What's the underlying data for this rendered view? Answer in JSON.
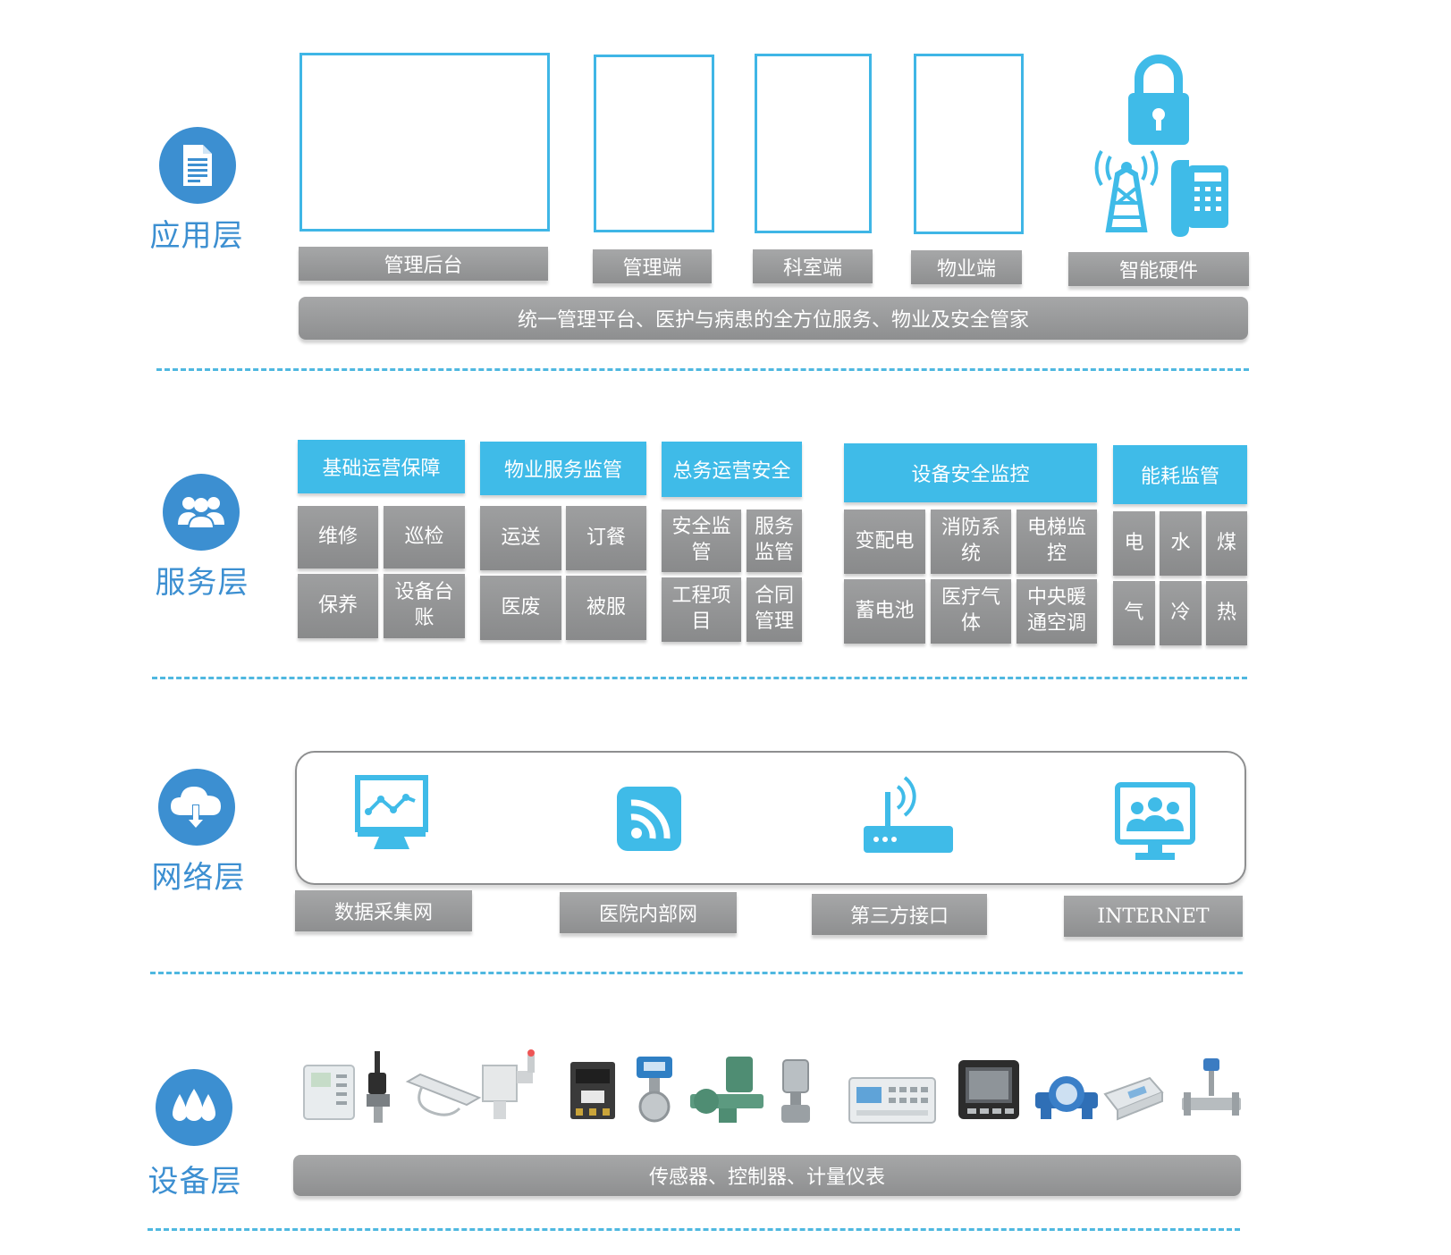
{
  "colors": {
    "accent": "#3c8fd1",
    "cyan": "#3fbbe8",
    "frame": "#3fb6e6",
    "grey": "#999a9b"
  },
  "layers": {
    "application": {
      "label": "应用层",
      "icon": "document-icon"
    },
    "service": {
      "label": "服务层",
      "icon": "users-icon"
    },
    "network": {
      "label": "网络层",
      "icon": "cloud-download-icon"
    },
    "device": {
      "label": "设备层",
      "icon": "water-drops-icon"
    }
  },
  "application": {
    "items": [
      {
        "label": "管理后台"
      },
      {
        "label": "管理端"
      },
      {
        "label": "科室端"
      },
      {
        "label": "物业端"
      },
      {
        "label": "智能硬件",
        "icons": [
          "padlock-icon",
          "radio-tower-icon",
          "telephone-icon"
        ]
      }
    ],
    "platform_bar": "统一管理平台、医护与病患的全方位服务、物业及安全管家"
  },
  "service": {
    "groups": [
      {
        "title": "基础运营保障",
        "cells": [
          "维修",
          "巡检",
          "保养",
          "设备台账"
        ]
      },
      {
        "title": "物业服务监管",
        "cells": [
          "运送",
          "订餐",
          "医废",
          "被服"
        ]
      },
      {
        "title": "总务运营安全",
        "cells": [
          "安全监管",
          "服务监管",
          "工程项目",
          "合同管理"
        ]
      },
      {
        "title": "设备安全监控",
        "cells": [
          "变配电",
          "消防系统",
          "电梯监控",
          "蓄电池",
          "医疗气体",
          "中央暖通空调"
        ]
      },
      {
        "title": "能耗监管",
        "cells": [
          "电",
          "水",
          "煤",
          "气",
          "冷",
          "热"
        ]
      }
    ]
  },
  "network": {
    "items": [
      {
        "label": "数据采集网",
        "icon": "monitor-chart-icon"
      },
      {
        "label": "医院内部网",
        "icon": "wifi-icon"
      },
      {
        "label": "第三方接口",
        "icon": "router-icon"
      },
      {
        "label": "INTERNET",
        "icon": "monitor-people-icon"
      }
    ]
  },
  "device": {
    "icons": [
      "thermostat-icon",
      "pressure-sensor-icon",
      "cable-sensor-icon",
      "gas-detector-icon",
      "contactor-icon",
      "flow-meter-icon",
      "valve-actuator-icon",
      "valve-icon",
      "controller-icon",
      "power-meter-icon",
      "water-meter-icon",
      "heat-meter-icon",
      "vortex-flowmeter-icon"
    ],
    "bar": "传感器、控制器、计量仪表"
  }
}
